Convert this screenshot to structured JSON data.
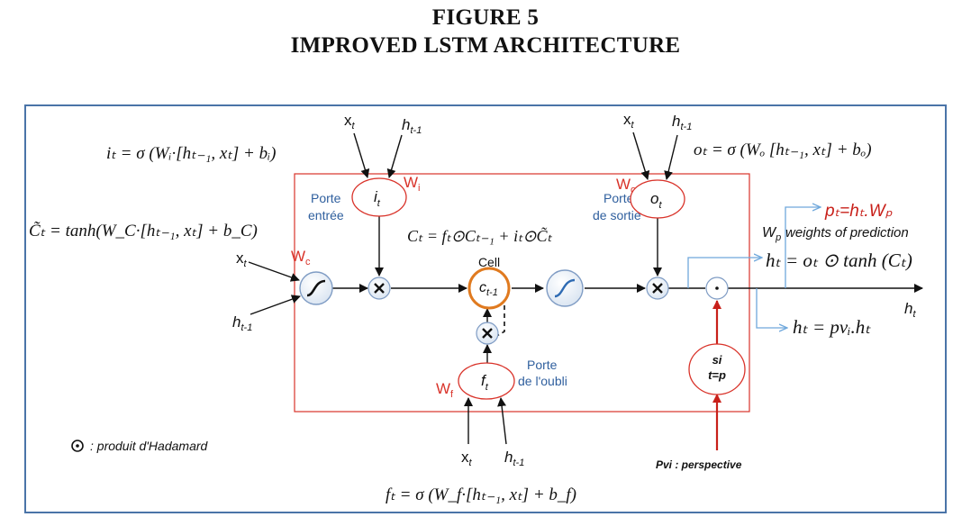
{
  "figure": {
    "title_line1": "FIGURE 5",
    "title_line2": "IMPROVED LSTM ARCHITECTURE"
  },
  "equations": {
    "input_gate": "iₜ = σ (Wᵢ·[hₜ₋₁, xₜ] + bᵢ)",
    "candidate": "C̃ₜ = tanh(W_C·[hₜ₋₁, xₜ] + b_C)",
    "output_gate": "oₜ = σ (Wₒ [hₜ₋₁, xₜ] + bₒ)",
    "cell_update": "Cₜ = fₜ⊙Cₜ₋₁ + iₜ⊙C̃ₜ",
    "hidden": "hₜ = oₜ ⊙ tanh (Cₜ)",
    "forget_gate": "fₜ = σ (W_f·[hₜ₋₁, xₜ] + b_f)",
    "perspective_hidden": "hₜ = pvᵢ.hₜ",
    "prediction": "pₜ=hₜ.Wₚ"
  },
  "labels": {
    "porte_entree_1": "Porte",
    "porte_entree_2": "entrée",
    "porte_sortie_1": "Porte",
    "porte_sortie_2": "de sortie",
    "porte_oubli_1": "Porte",
    "porte_oubli_2": "de l'oubli",
    "cell": "Cell",
    "weights_prediction": "weights of prediction",
    "hadamard_legend": ": produit d'Hadamard",
    "perspective": "Pvi : perspective",
    "condition_1": "si",
    "condition_2": "t=p"
  },
  "nodes": {
    "i_gate": "i",
    "o_gate": "o",
    "f_gate": "f",
    "cell_state": "c",
    "cell_sub": "t-1",
    "gate_sub": "t"
  },
  "weights": {
    "wi": "W",
    "wi_sub": "i",
    "wo": "W",
    "wo_sub": "o",
    "wc": "W",
    "wc_sub": "c",
    "wf": "W",
    "wf_sub": "f"
  },
  "inputs": {
    "x": "x",
    "x_sub": "t",
    "h": "h",
    "h_sub": "t-1",
    "output_h": "h",
    "output_h_sub": "t"
  },
  "colors": {
    "frame_border": "#4a74a8",
    "red_box": "#d9332a",
    "gate_label_blue": "#2f5f9e",
    "weight_red": "#d9332a",
    "cell_orange": "#e07a1f",
    "sigmoid_blue": "#2f6bb3",
    "light_arrow_blue": "#6fa8dc"
  }
}
